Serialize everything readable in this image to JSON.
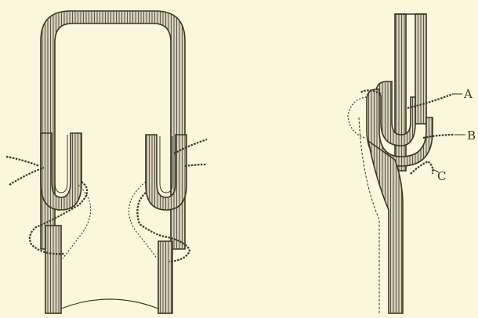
{
  "figure": {
    "labels": {
      "a": "A",
      "b": "B",
      "c": "C"
    }
  },
  "colors": {
    "background": "#fbf6dc",
    "ink": "#3b3528",
    "wall": "#d9d0b8"
  }
}
